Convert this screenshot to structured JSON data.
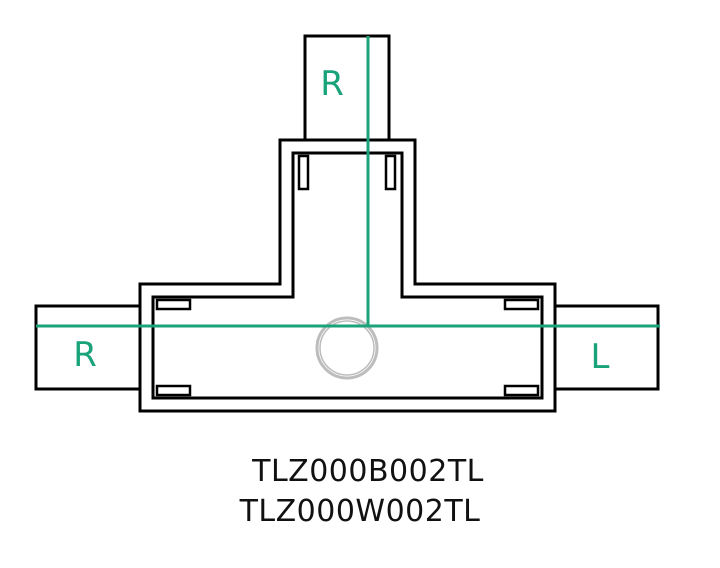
{
  "diagram": {
    "labels": {
      "top": "R",
      "left": "R",
      "right": "L"
    },
    "codes": [
      "TLZ000B002TL",
      "TLZ000W002TL"
    ],
    "colors": {
      "outline": "#000000",
      "centerline": "#1aa37a",
      "label": "#1aa37a",
      "hub": "#bdbdbd",
      "code_text": "#111111"
    }
  }
}
